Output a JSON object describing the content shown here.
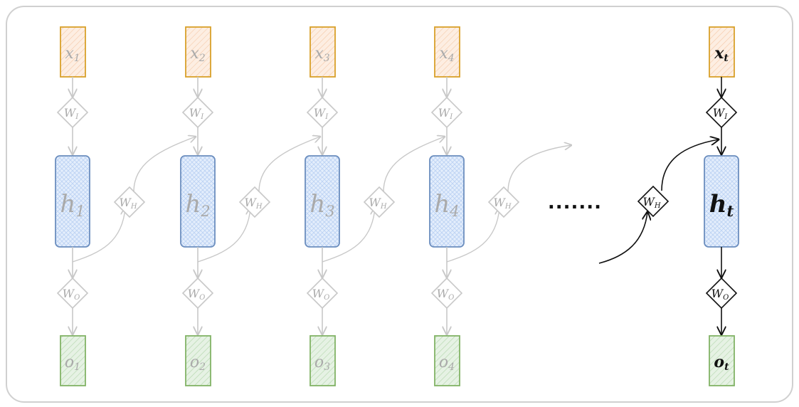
{
  "diagram": {
    "title": "Unrolled Recurrent Neural Network",
    "steps": [
      {
        "input": "x",
        "input_sub": "1",
        "hidden": "h",
        "hidden_sub": "1",
        "output": "o",
        "output_sub": "1",
        "active": false
      },
      {
        "input": "x",
        "input_sub": "2",
        "hidden": "h",
        "hidden_sub": "2",
        "output": "o",
        "output_sub": "2",
        "active": false
      },
      {
        "input": "x",
        "input_sub": "3",
        "hidden": "h",
        "hidden_sub": "3",
        "output": "o",
        "output_sub": "3",
        "active": false
      },
      {
        "input": "x",
        "input_sub": "4",
        "hidden": "h",
        "hidden_sub": "4",
        "output": "o",
        "output_sub": "4",
        "active": false
      },
      {
        "input": "x",
        "input_sub": "t",
        "hidden": "h",
        "hidden_sub": "t",
        "output": "o",
        "output_sub": "t",
        "active": true
      }
    ],
    "weights": {
      "input": {
        "main": "W",
        "sub": "I"
      },
      "hidden": {
        "main": "W",
        "sub": "H"
      },
      "output": {
        "main": "W",
        "sub": "O"
      }
    },
    "ellipsis": ".......",
    "colors": {
      "input_fill": "#fde8d6",
      "input_stroke": "#d9a02a",
      "hidden_fill": "#dae8fc",
      "hidden_stroke": "#6c8ebf",
      "output_fill": "#d5e8d4",
      "output_stroke": "#82b366",
      "inactive": "#c8c8c8",
      "inactive_text": "#aaaaaa",
      "active": "#111111",
      "frame": "#d0d0d0"
    }
  }
}
